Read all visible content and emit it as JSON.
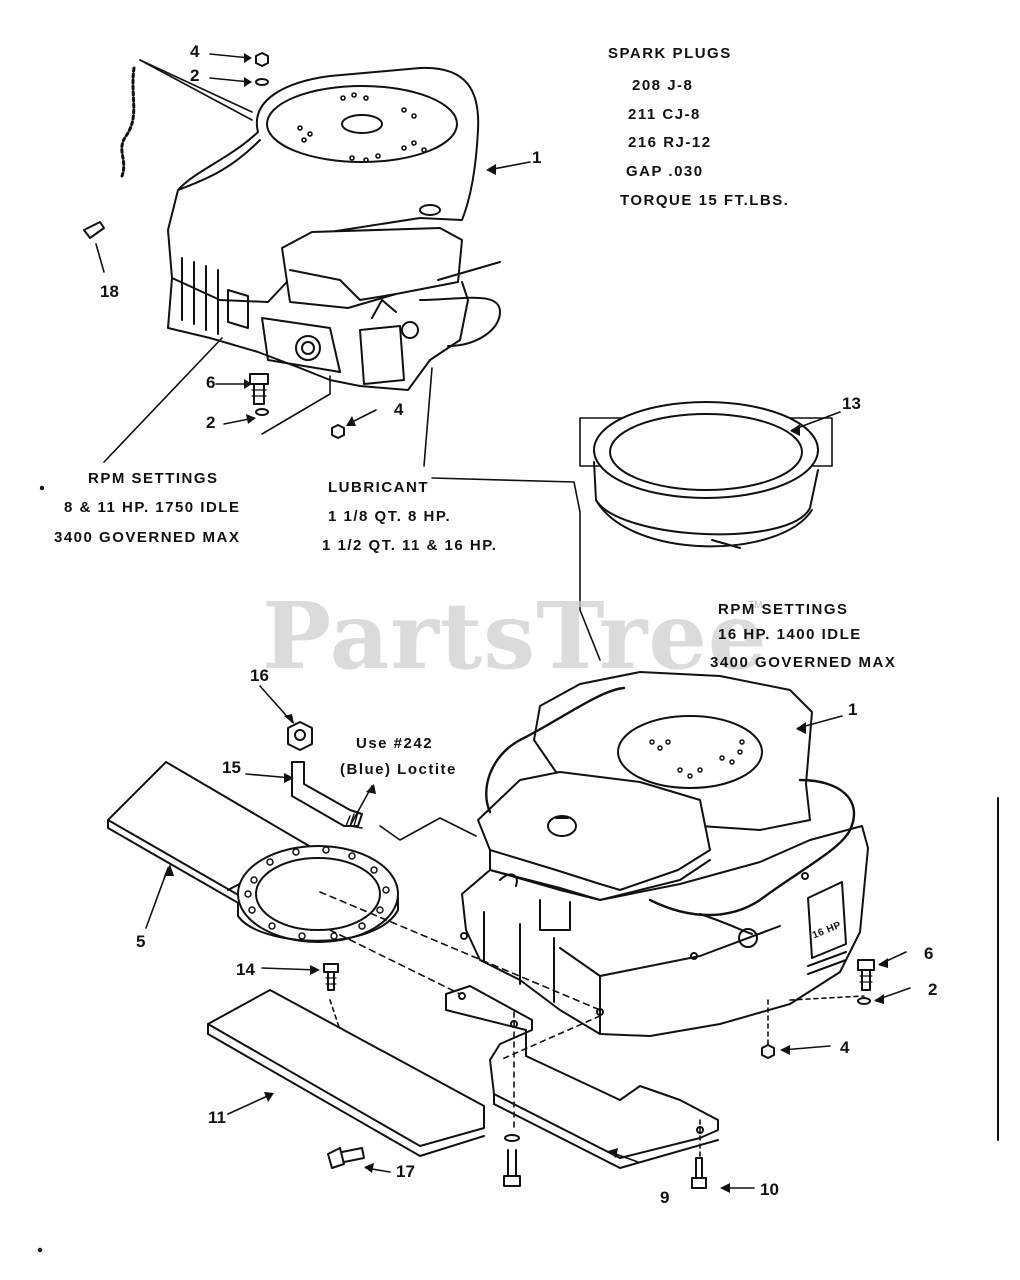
{
  "spark_plugs": {
    "heading": "SPARK PLUGS",
    "lines": [
      "208 J-8",
      "211 CJ-8",
      "216 RJ-12",
      "GAP .030",
      "TORQUE 15 FT.LBS."
    ]
  },
  "rpm_small": {
    "heading": "RPM SETTINGS",
    "lines": [
      "8 & 11 HP. 1750 IDLE",
      "3400 GOVERNED MAX"
    ]
  },
  "lubricant": {
    "heading": "LUBRICANT",
    "lines": [
      "1 1/8 QT. 8 HP.",
      "1 1/2 QT. 11 & 16 HP."
    ]
  },
  "rpm_large": {
    "heading": "RPM SETTINGS",
    "lines": [
      "16 HP. 1400 IDLE",
      "3400 GOVERNED MAX"
    ]
  },
  "loctite_note": [
    "Use #242",
    "(Blue) Loctite"
  ],
  "engine_badge": "16 HP",
  "watermark": "PartsTree",
  "trademark": "TM",
  "callouts": {
    "c4a": "4",
    "c2a": "2",
    "c1a": "1",
    "c18": "18",
    "c6a": "6",
    "c2b": "2",
    "c4b": "4",
    "c13": "13",
    "c16": "16",
    "c15": "15",
    "c1b": "1",
    "c5": "5",
    "c14": "14",
    "c11": "11",
    "c17": "17",
    "c9": "9",
    "c10": "10",
    "c6b": "6",
    "c2c": "2",
    "c4c": "4"
  }
}
